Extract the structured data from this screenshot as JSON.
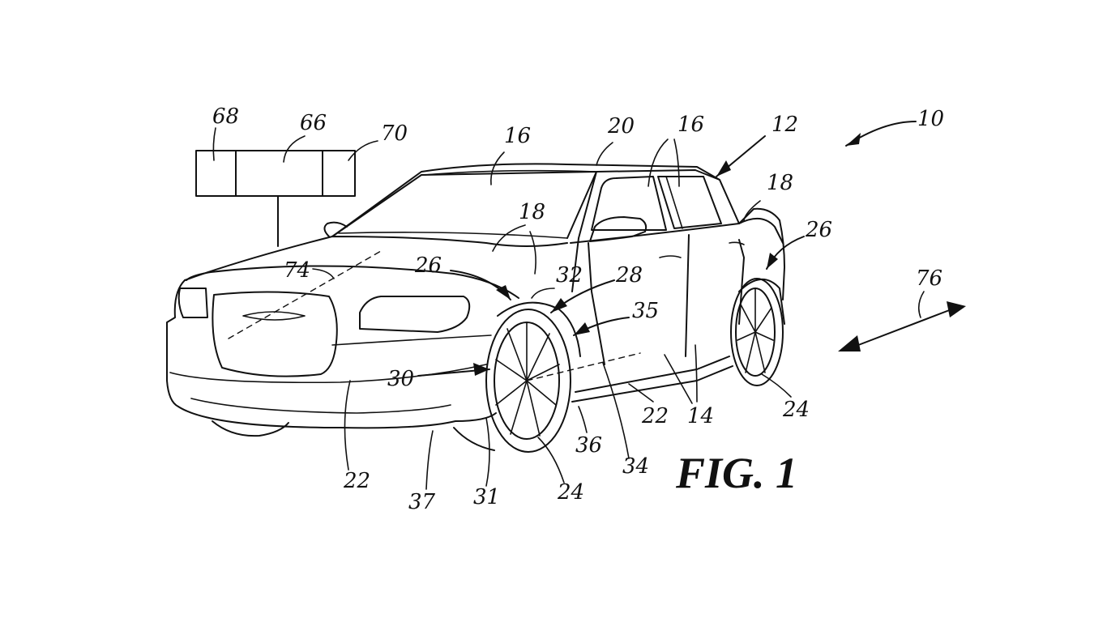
{
  "figure": {
    "title": "FIG. 1",
    "colors": {
      "ink": "#111111",
      "background": "#ffffff"
    },
    "reference_numerals": {
      "vehicle_system": "10",
      "vehicle": "12",
      "door_14": "14",
      "window_upper": "16",
      "window_front": "16",
      "window_rear": "16",
      "body_panel_upper": "18",
      "body_panel_rear": "18",
      "roof": "20",
      "body_lower_front": "22",
      "body_lower_side": "22",
      "wheel_front": "24",
      "wheel_rear": "24",
      "wheel_rear_b": "24",
      "wheel_well_front": "26",
      "wheel_well_rear": "26",
      "arch_28": "28",
      "tire_30": "30",
      "edge_31": "31",
      "point_32": "32",
      "line_34": "34",
      "gap_35": "35",
      "point_36": "36",
      "bumper_37": "37",
      "controller_66": "66",
      "module_68": "68",
      "module_70": "70",
      "axis_74": "74",
      "direction_76": "76"
    }
  }
}
